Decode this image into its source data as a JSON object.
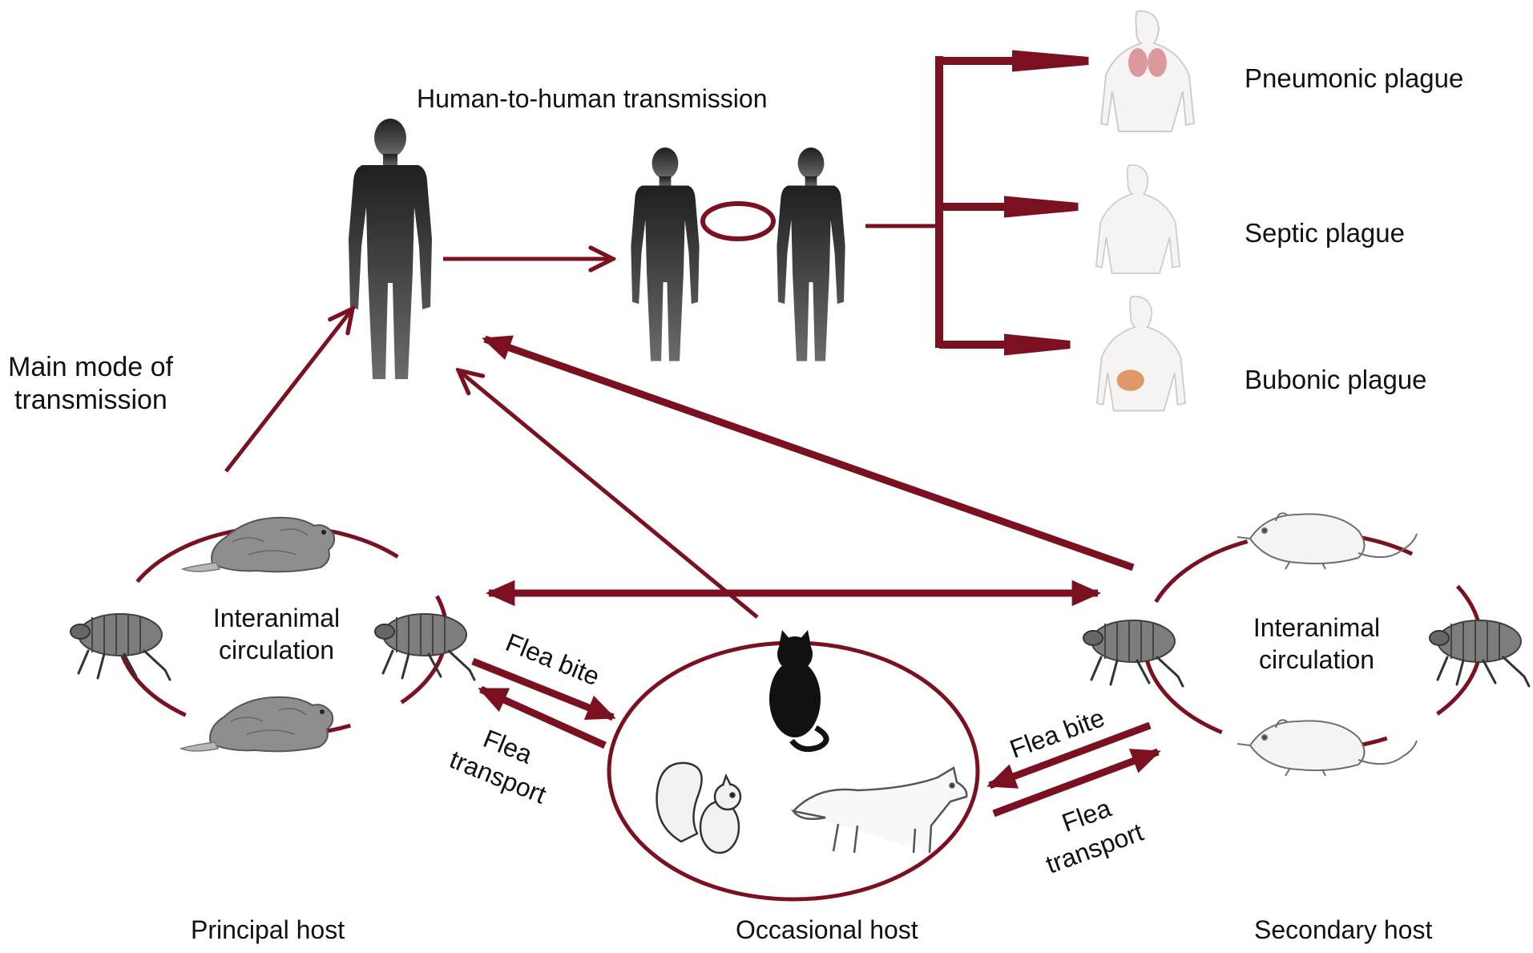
{
  "labels": {
    "human_to_human": "Human-to-human transmission",
    "main_mode_1": "Main mode of",
    "main_mode_2": "transmission",
    "pneumonic": "Pneumonic plague",
    "septic": "Septic plague",
    "bubonic": "Bubonic plague",
    "interanimal_left_1": "Interanimal",
    "interanimal_left_2": "circulation",
    "interanimal_right_1": "Interanimal",
    "interanimal_right_2": "circulation",
    "flea_bite_left": "Flea bite",
    "flea_transport_left_1": "Flea",
    "flea_transport_left_2": "transport",
    "flea_bite_right": "Flea bite",
    "flea_transport_right_1": "Flea",
    "flea_transport_right_2": "transport",
    "principal_host": "Principal host",
    "occasional_host": "Occasional host",
    "secondary_host": "Secondary host"
  },
  "colors": {
    "arrow": "#7a1020",
    "silhouette": "#2a2a2a",
    "animal_fill": "#9a9a9a",
    "animal_outline": "#555555",
    "lung": "#d47a80",
    "bubo": "#d2691e",
    "body_outline": "#cfcfcf"
  },
  "icons": {
    "human": "human-silhouette-icon",
    "flea": "flea-icon",
    "marmot": "marmot-icon",
    "rat": "rat-icon",
    "cat": "cat-icon",
    "squirrel": "squirrel-icon",
    "fox": "fox-icon",
    "torso": "torso-icon"
  }
}
